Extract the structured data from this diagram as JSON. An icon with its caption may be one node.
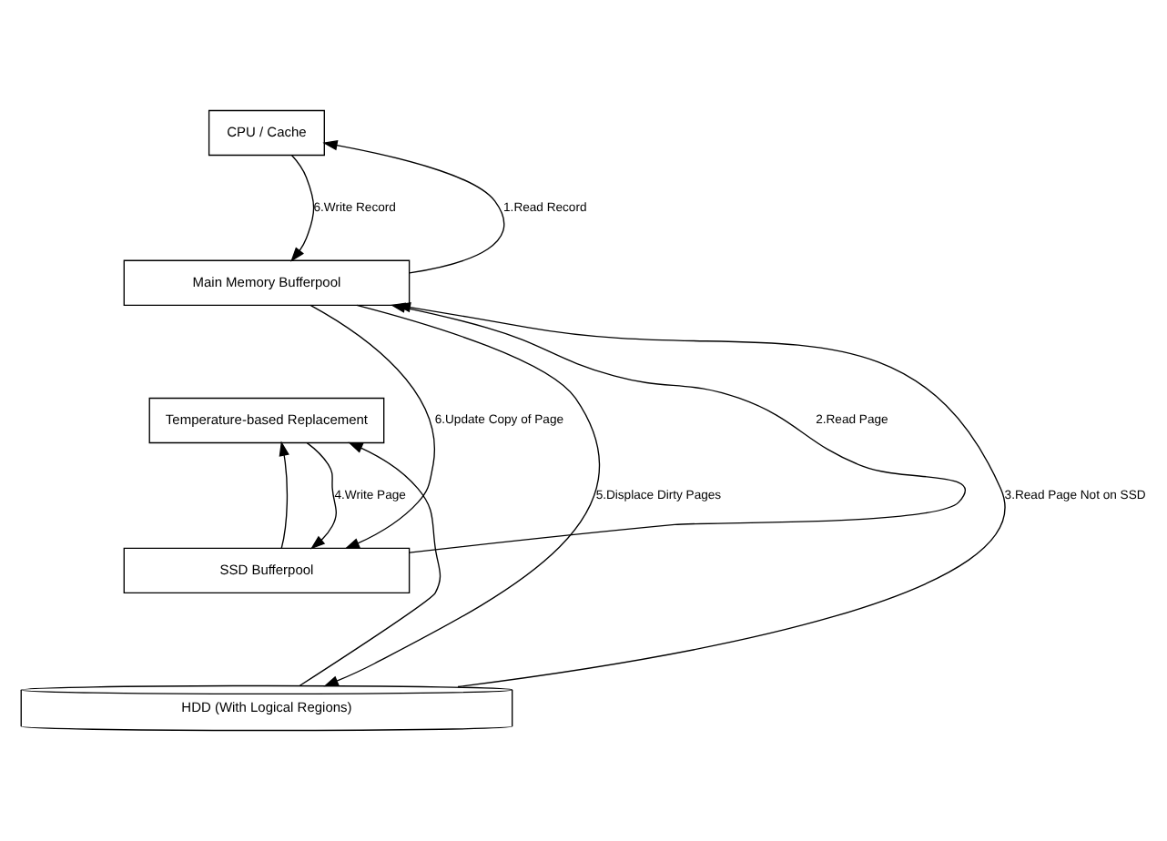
{
  "diagram": {
    "nodes": [
      {
        "text": [
          "CPU / Cache"
        ]
      },
      {
        "text": [
          "Main Memory Bufferpool"
        ]
      },
      {
        "text": [
          "Temperature-based Replacement"
        ]
      },
      {
        "text": [
          "SSD Bufferpool"
        ]
      },
      {
        "text": [
          "HDD (With Logical Regions)"
        ]
      }
    ],
    "edges": [
      {
        "from": 1,
        "to": 0,
        "arrow": "to",
        "label": "1.Read Record"
      },
      {
        "from": 0,
        "to": 1,
        "arrow": "to",
        "label": "6.Write Record"
      },
      {
        "from": 3,
        "to": 1,
        "arrow": "to",
        "label": "2.Read Page"
      },
      {
        "from": 3,
        "to": 2,
        "arrow": "to"
      },
      {
        "from": 2,
        "to": 3,
        "arrow": "to",
        "label": "4.Write Page"
      },
      {
        "from": 4,
        "to": 1,
        "arrow": "to",
        "label": "3.Read Page Not on SSD"
      },
      {
        "from": 4,
        "to": 2,
        "arrow": "to"
      },
      {
        "from": 1,
        "to": 4,
        "arrow": "to",
        "label": "5.Displace Dirty Pages"
      },
      {
        "from": 1,
        "to": 3,
        "arrow": "to",
        "label": "6.Update Copy of Page"
      }
    ]
  }
}
